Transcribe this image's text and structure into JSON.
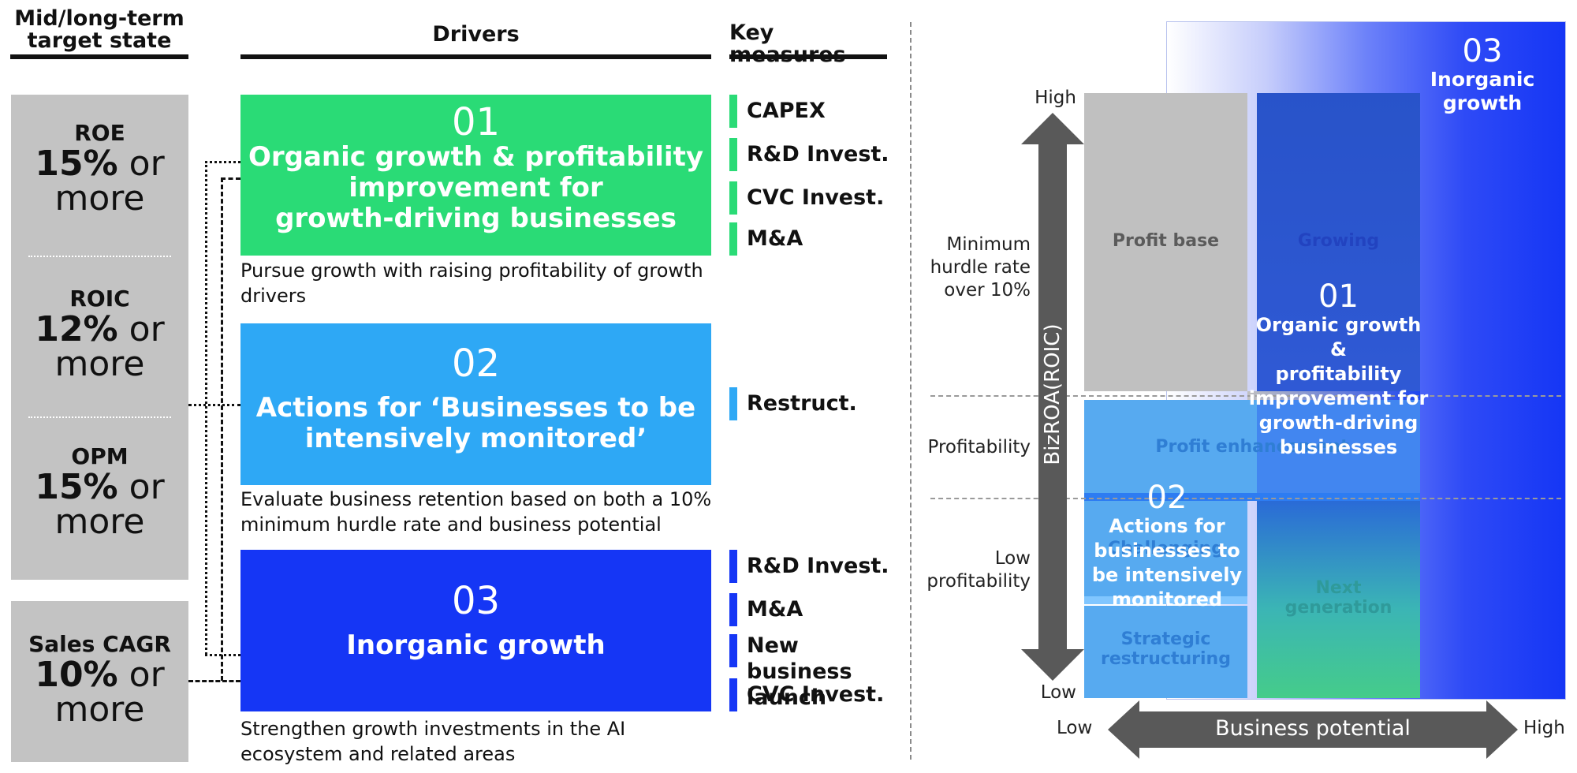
{
  "headers": {
    "target_state": "Mid/long-term\ntarget state",
    "drivers": "Drivers",
    "key_measures": "Key measures"
  },
  "targets": [
    {
      "label": "ROE",
      "value": "15%",
      "suffix": " or more"
    },
    {
      "label": "ROIC",
      "value": "12%",
      "suffix": " or more"
    },
    {
      "label": "OPM",
      "value": "15%",
      "suffix": " or more"
    },
    {
      "label": "Sales CAGR",
      "value": "10%",
      "suffix": " or more"
    }
  ],
  "drivers": [
    {
      "num": "01",
      "title": "Organic growth & profitability\nimprovement for\ngrowth-driving businesses",
      "desc": "Pursue growth with raising profitability of growth drivers",
      "color": "#2adb76"
    },
    {
      "num": "02",
      "title": "Actions for ‘Businesses to be\nintensively monitored’",
      "desc": "Evaluate business retention based on both a 10% minimum hurdle rate and business potential",
      "color": "#2ea8f5"
    },
    {
      "num": "03",
      "title": "Inorganic growth",
      "desc": "Strengthen growth investments in the AI ecosystem and related areas",
      "color": "#1536f5"
    }
  ],
  "measures": {
    "group1": [
      "CAPEX",
      "R&D Invest.",
      "CVC Invest.",
      "M&A"
    ],
    "group2": [
      "Restruct."
    ],
    "group3": [
      "R&D Invest.",
      "M&A",
      "New business\nlaunch",
      "CVC Invest."
    ]
  },
  "matrix": {
    "y_axis_label": "BizROA(ROIC)",
    "y_high": "High",
    "y_low": "Low",
    "y_bands": [
      "Minimum\nhurdle rate\nover 10%",
      "Profitability",
      "Low\nprofitability"
    ],
    "x_axis_label": "Business potential",
    "x_low": "Low",
    "x_high": "High",
    "quadrants": {
      "profit_base": "Profit base",
      "growing": "Growing",
      "profit_enhancement": "Profit enhancement",
      "challenging": "Challenging",
      "next_generation": "Next\ngeneration",
      "strategic_restructuring": "Strategic\nrestructuring"
    },
    "overlay_01": {
      "num": "01",
      "text": "Organic growth &\nprofitability\nimprovement for\ngrowth-driving\nbusinesses"
    },
    "overlay_02": {
      "num": "02",
      "text": "Actions for\nbusinesses to\nbe intensively\nmonitored"
    },
    "overlay_03": {
      "num": "03",
      "text": "Inorganic\ngrowth"
    }
  },
  "colors": {
    "green": "#2adb76",
    "light_blue": "#2ea8f5",
    "blue": "#1536f5",
    "gray": "#c3c3c3",
    "dark_gray": "#595959"
  }
}
